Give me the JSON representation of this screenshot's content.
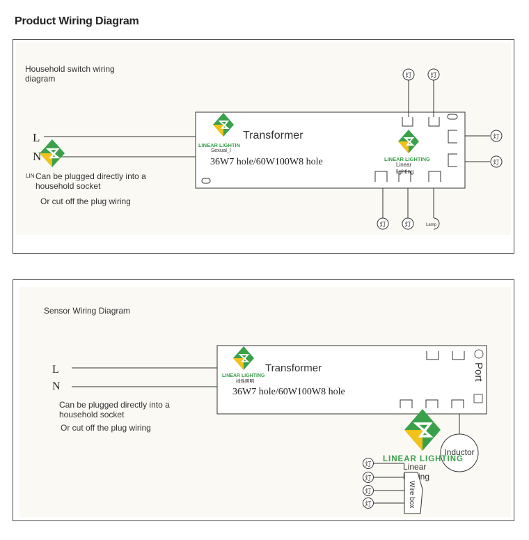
{
  "page_title": "Product Wiring Diagram",
  "lamp_glyph": "灯",
  "panel1": {
    "caption": [
      "Household switch wiring",
      "diagram"
    ],
    "L": "L",
    "N": "N",
    "small_prefix": "LIN",
    "plug_note": [
      "Can be plugged directly into a",
      "household socket"
    ],
    "cut_note": "Or cut off the plug wiring",
    "transformer": "Transformer",
    "spec": "36W7 hole/60W100W8 hole",
    "brand_left": "LINEAR LIGHTIN",
    "brand_left_sub": "Sexual_l",
    "brand_right": "LINEAR LIGHTING",
    "brand_right_sub": [
      "Linear",
      "lighting"
    ],
    "lamp_small": "Lamp"
  },
  "panel2": {
    "caption": "Sensor Wiring Diagram",
    "L": "L",
    "N": "N",
    "plug_note": [
      "Can be plugged directly into a",
      "household socket"
    ],
    "cut_note": "Or cut off the plug wiring",
    "transformer": "Transformer",
    "spec": "36W7 hole/60W100W8 hole",
    "brand_left": "LINEAR LIGHTING",
    "brand_left_sub": "线性照明",
    "port": "Port",
    "brand_big": "LINEAR LIGHTING",
    "brand_big_sub": [
      "Linear",
      "lighting"
    ],
    "inductor": "Inductor",
    "wire_box": "Wire box"
  },
  "colors": {
    "logo_green": "#3aa14a",
    "logo_yellow": "#f2c21a",
    "line": "#333333",
    "panel_bg": "#faf9f3"
  }
}
